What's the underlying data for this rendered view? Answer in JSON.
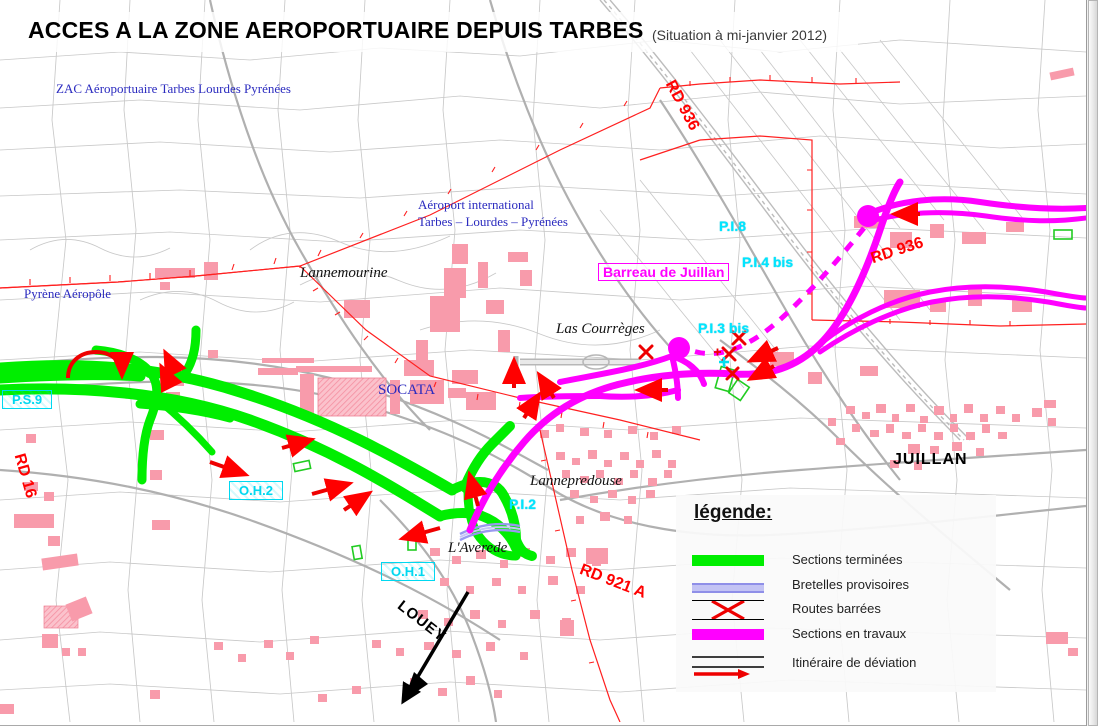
{
  "document": {
    "title": "ACCES A LA ZONE AEROPORTUAIRE DEPUIS TARBES",
    "subtitle": "(Situation à mi-janvier 2012)"
  },
  "colors": {
    "sections_terminees": "#00ee00",
    "bretelles_provisoires": "#9999ee",
    "routes_barrees": "#ff0000",
    "sections_en_travaux": "#ff00ff",
    "itineraire_deviation": "#ff0000",
    "zone_label": "#2b2bbf",
    "ouvrage_label": "#00d8f0",
    "road_number": "#ff0000",
    "buildings": "#f89bab",
    "cadastre": "#c9c9c9"
  },
  "legend": {
    "title": "légende:",
    "items": [
      {
        "label": "Sections terminées",
        "symbol": "solid-green-band",
        "color": "#00ee00"
      },
      {
        "label": "Bretelles provisoires",
        "symbol": "double-violet-line",
        "color": "#9999ee"
      },
      {
        "label": "Routes barrées",
        "symbol": "red-cross-on-road",
        "color": "#ff0000"
      },
      {
        "label": "Sections en travaux",
        "symbol": "solid-magenta-band",
        "color": "#ff00ff"
      },
      {
        "label": "Itinéraire de déviation",
        "symbol": "road-with-red-arrow",
        "color": "#ff0000"
      }
    ]
  },
  "map_labels": {
    "zones": [
      {
        "name": "ZAC Aéroportuaire Tarbes Lourdes Pyrénées",
        "style": "serif-blue"
      },
      {
        "name": "Aéroport international",
        "style": "serif-blue"
      },
      {
        "name": "Tarbes – Lourdes – Pyrénées",
        "style": "serif-blue"
      },
      {
        "name": "Pyrène Aéropôle",
        "style": "serif-blue"
      },
      {
        "name": "SOCATA",
        "style": "serif-blue"
      }
    ],
    "localities": [
      {
        "name": "Lannemourine",
        "style": "italic-black"
      },
      {
        "name": "Las Courrèges",
        "style": "italic-black"
      },
      {
        "name": "Lannepredouse",
        "style": "italic-black"
      },
      {
        "name": "L'Averede",
        "style": "italic-black"
      },
      {
        "name": "JUILLAN",
        "style": "bold-black"
      }
    ],
    "roads": [
      {
        "name": "RD 936",
        "style": "red-bold"
      },
      {
        "name": "RD 936",
        "style": "red-bold"
      },
      {
        "name": "RD 16",
        "style": "red-bold"
      },
      {
        "name": "RD 921 A",
        "style": "red-bold"
      }
    ],
    "structures": [
      {
        "name": "P.I.8",
        "style": "cyan-plain"
      },
      {
        "name": "P.I.4 bis",
        "style": "cyan-plain"
      },
      {
        "name": "P.I.3 bis",
        "style": "cyan-plain"
      },
      {
        "name": "P.I.2",
        "style": "cyan-plain"
      },
      {
        "name": "P.S.9",
        "style": "cyan-boxed"
      },
      {
        "name": "O.H.2",
        "style": "cyan-boxed"
      },
      {
        "name": "O.H.1",
        "style": "cyan-boxed"
      }
    ],
    "project": {
      "name": "Barreau de Juillan",
      "style": "magenta-boxed"
    },
    "direction": {
      "name": "LOUEY",
      "style": "black-arrow"
    }
  }
}
